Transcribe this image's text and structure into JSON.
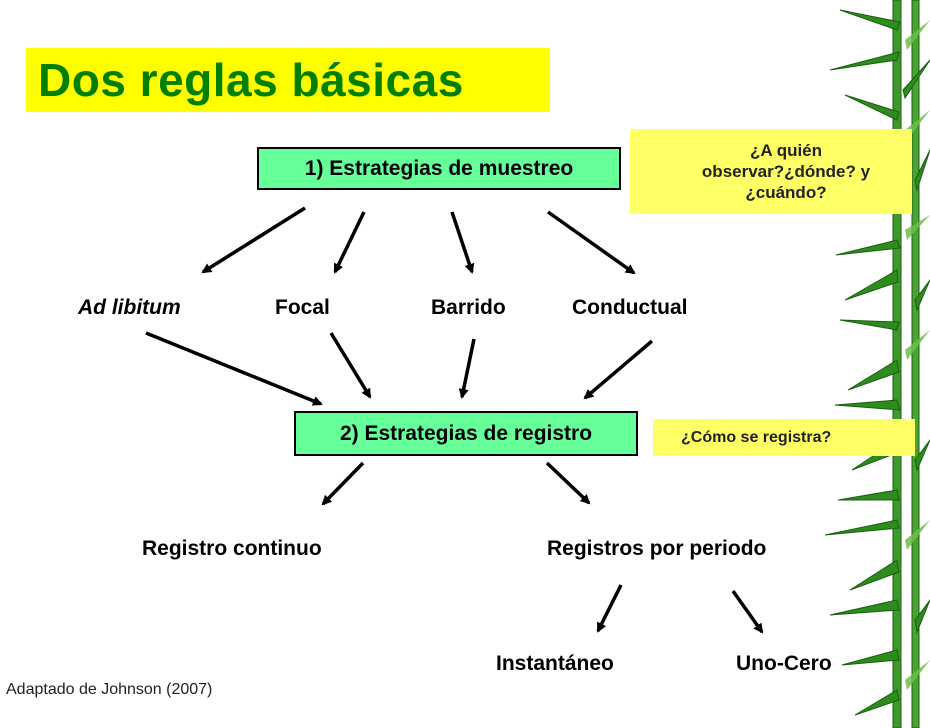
{
  "title": "Dos reglas básicas",
  "box_sampling": "1) Estrategias  de muestreo",
  "box_recording": "2) Estrategias  de registro",
  "note_sampling": "¿A quién\nobservar?¿dónde? y\n¿cuándo?",
  "note_recording": "¿Cómo se registra?",
  "sampling_methods": [
    "Ad libitum",
    "Focal",
    "Barrido",
    "Conductual"
  ],
  "recording_methods": [
    "Registro  continuo",
    "Registros  por periodo"
  ],
  "period_methods": [
    "Instantáneo",
    "Uno-Cero"
  ],
  "credit": "Adaptado de Johnson (2007)",
  "colors": {
    "title_bg": "#ffff00",
    "title_text": "#008000",
    "box_bg": "#66ff99",
    "note_bg": "#ffff66",
    "bamboo": "#2e8b1e"
  }
}
